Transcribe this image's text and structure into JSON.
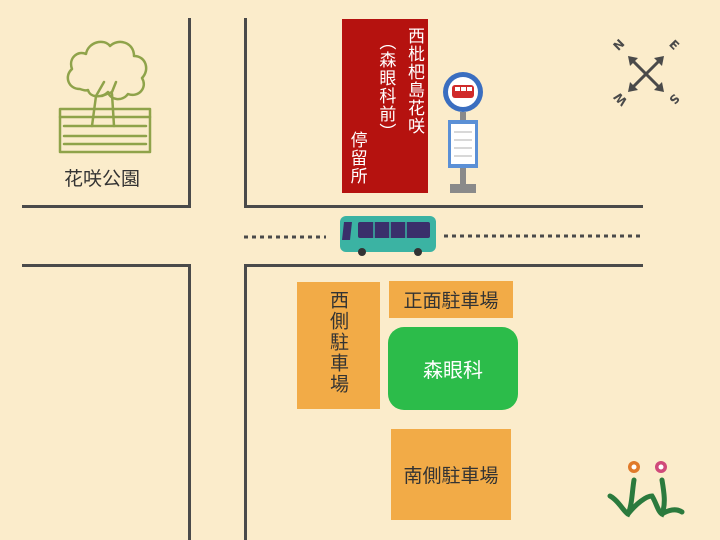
{
  "park": {
    "label": "花咲公園",
    "icon": "tree-icon"
  },
  "bus_stop": {
    "line1": "西枇杷島花咲",
    "line2": "（森眼科前）",
    "line3": "停留所",
    "color": "#b5120f",
    "icon": "bus-stop-pole-icon"
  },
  "bus": {
    "icon": "bus-icon",
    "color": "#3bb3a3"
  },
  "compass": {
    "n": "N",
    "e": "E",
    "s": "S",
    "w": "W",
    "icon": "compass-icon"
  },
  "parking_west": {
    "label": "西側駐車場"
  },
  "parking_front": {
    "label": "正面駐車場"
  },
  "clinic": {
    "label": "森眼科",
    "color": "#2cbc4a"
  },
  "parking_south": {
    "label": "南側駐車場"
  },
  "logo": {
    "icon": "clinic-logo-icon"
  },
  "colors": {
    "background": "#fbeccb",
    "road": "#4a4a4a",
    "parking": "#f2ab47"
  }
}
